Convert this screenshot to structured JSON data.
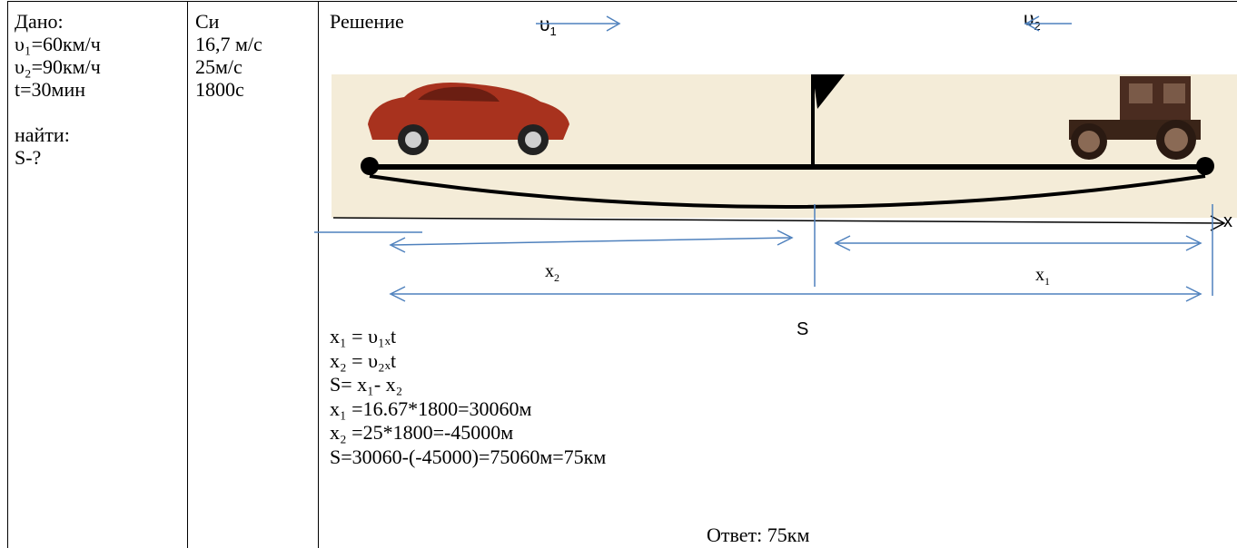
{
  "given": {
    "title": "Дано:",
    "lines": [
      "υ₁=60км/ч",
      "υ₂=90км/ч",
      "t=30мин"
    ],
    "find_title": "найти:",
    "find_value": "S-?"
  },
  "si": {
    "title": "Си",
    "lines": [
      "16,7 м/с",
      "25м/с",
      "1800с"
    ]
  },
  "solution": {
    "title": "Решение",
    "v1_label": "υ",
    "v1_sub": "1",
    "v2_label": "υ",
    "v2_sub": "2",
    "x2_label": "x",
    "x2_sub": "2",
    "x1_label": "x",
    "x1_sub": "1",
    "s_label": "S",
    "axis_label": "x",
    "equations": [
      "x₁ = υ₁ₓt",
      "x₂ = υ₂ₓt",
      "S= x₁- x₂",
      "x₁ =16.67*1800=30060м",
      "x₂ =25*1800=-45000м",
      "S=30060-(-45000)=75060м=75км"
    ],
    "answer": "Ответ: 75км"
  },
  "colors": {
    "arrow": "#4f81bd",
    "scene_bg": "#f4ecd8",
    "car_red": "#a8321e",
    "car_old": "#3a2418"
  }
}
